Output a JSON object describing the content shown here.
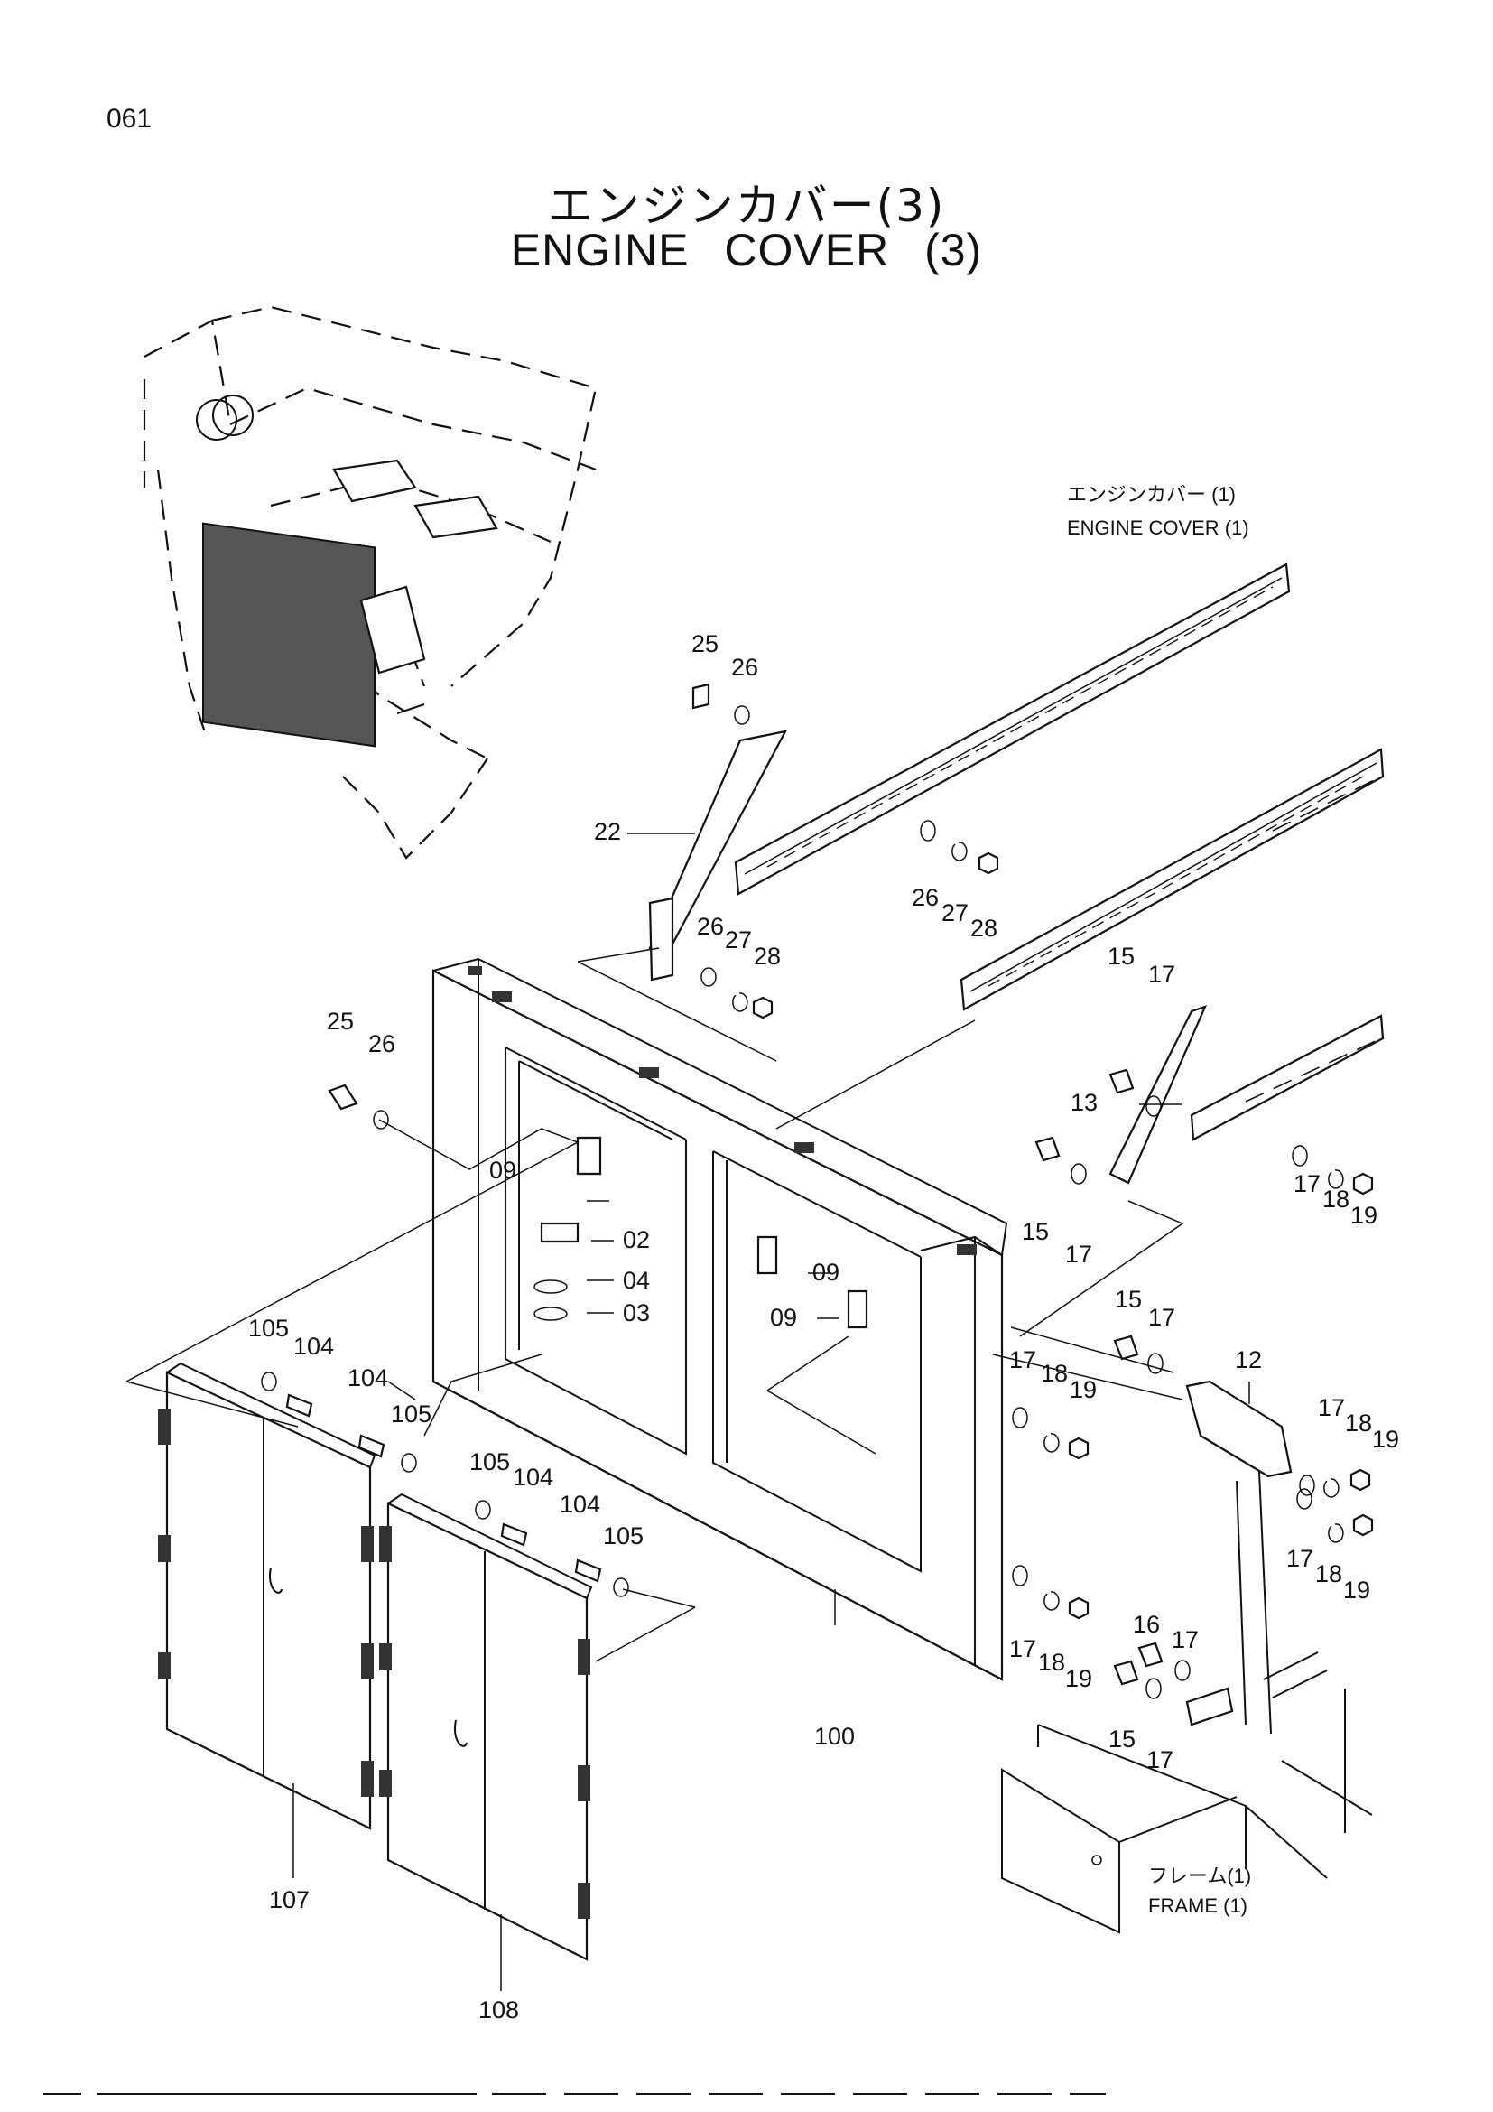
{
  "page_number": "061",
  "title_jp": "エンジンカバー(3)",
  "title_en": "ENGINE   COVER (3)",
  "references": {
    "engine_cover_jp": "エンジンカバー (1)",
    "engine_cover_en": "ENGINE COVER (1)",
    "frame_jp": "フレーム(1)",
    "frame_en": "FRAME (1)"
  },
  "callouts": [
    {
      "id": "c25a",
      "text": "25"
    },
    {
      "id": "c26a",
      "text": "26"
    },
    {
      "id": "c22",
      "text": "22"
    },
    {
      "id": "c26b",
      "text": "26"
    },
    {
      "id": "c27b",
      "text": "27"
    },
    {
      "id": "c28b",
      "text": "28"
    },
    {
      "id": "c26c",
      "text": "26"
    },
    {
      "id": "c27c",
      "text": "27"
    },
    {
      "id": "c28c",
      "text": "28"
    },
    {
      "id": "c25d",
      "text": "25"
    },
    {
      "id": "c26d",
      "text": "26"
    },
    {
      "id": "c09a",
      "text": "09"
    },
    {
      "id": "c02",
      "text": "02"
    },
    {
      "id": "c04",
      "text": "04"
    },
    {
      "id": "c03",
      "text": "03"
    },
    {
      "id": "c09b",
      "text": "09"
    },
    {
      "id": "c09c",
      "text": "09"
    },
    {
      "id": "c15a",
      "text": "15"
    },
    {
      "id": "c17a",
      "text": "17"
    },
    {
      "id": "c13",
      "text": "13"
    },
    {
      "id": "c17b",
      "text": "17"
    },
    {
      "id": "c18b",
      "text": "18"
    },
    {
      "id": "c19b",
      "text": "19"
    },
    {
      "id": "c15c",
      "text": "15"
    },
    {
      "id": "c17c",
      "text": "17"
    },
    {
      "id": "c15d",
      "text": "15"
    },
    {
      "id": "c17d",
      "text": "17"
    },
    {
      "id": "c12",
      "text": "12"
    },
    {
      "id": "c17e",
      "text": "17"
    },
    {
      "id": "c18e",
      "text": "18"
    },
    {
      "id": "c19e",
      "text": "19"
    },
    {
      "id": "c17f",
      "text": "17"
    },
    {
      "id": "c18f",
      "text": "18"
    },
    {
      "id": "c19f",
      "text": "19"
    },
    {
      "id": "c17g",
      "text": "17"
    },
    {
      "id": "c18g",
      "text": "18"
    },
    {
      "id": "c19g",
      "text": "19"
    },
    {
      "id": "c17h",
      "text": "17"
    },
    {
      "id": "c18h",
      "text": "18"
    },
    {
      "id": "c19h",
      "text": "19"
    },
    {
      "id": "c16",
      "text": "16"
    },
    {
      "id": "c17i",
      "text": "17"
    },
    {
      "id": "c15i",
      "text": "15"
    },
    {
      "id": "c17j",
      "text": "17"
    },
    {
      "id": "c100",
      "text": "100"
    },
    {
      "id": "c105a",
      "text": "105"
    },
    {
      "id": "c104a",
      "text": "104"
    },
    {
      "id": "c104b",
      "text": "104"
    },
    {
      "id": "c105b",
      "text": "105"
    },
    {
      "id": "c105c",
      "text": "105"
    },
    {
      "id": "c104c",
      "text": "104"
    },
    {
      "id": "c104d",
      "text": "104"
    },
    {
      "id": "c105d",
      "text": "105"
    },
    {
      "id": "c107",
      "text": "107"
    },
    {
      "id": "c108",
      "text": "108"
    }
  ]
}
